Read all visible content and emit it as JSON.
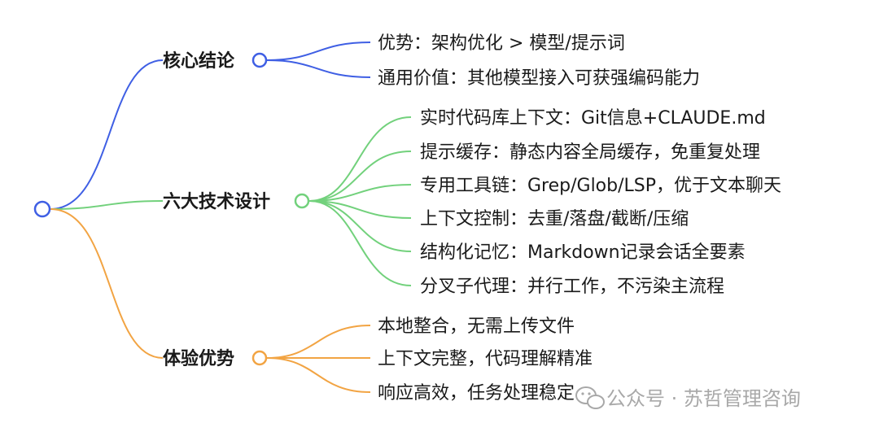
{
  "colors": {
    "blue": "#3f5fe4",
    "green": "#72d17c",
    "orange": "#f2a443",
    "watermark": "#9a9a9a"
  },
  "branches": [
    {
      "label": "核心结论",
      "color": "blue",
      "items": [
        "优势：架构优化 > 模型/提示词",
        "通用价值：其他模型接入可获强编码能力"
      ]
    },
    {
      "label": "六大技术设计",
      "color": "green",
      "items": [
        "实时代码库上下文：Git信息+CLAUDE.md",
        "提示缓存：静态内容全局缓存，免重复处理",
        "专用工具链：Grep/Glob/LSP，优于文本聊天",
        "上下文控制：去重/落盘/截断/压缩",
        "结构化记忆：Markdown记录会话全要素",
        "分叉子代理：并行工作，不污染主流程"
      ]
    },
    {
      "label": "体验优势",
      "color": "orange",
      "items": [
        "本地整合，无需上传文件",
        "上下文完整，代码理解精准",
        "响应高效，任务处理稳定"
      ]
    }
  ],
  "watermark": {
    "icon": "wechat-icon",
    "text": "公众号 · 苏哲管理咨询"
  }
}
